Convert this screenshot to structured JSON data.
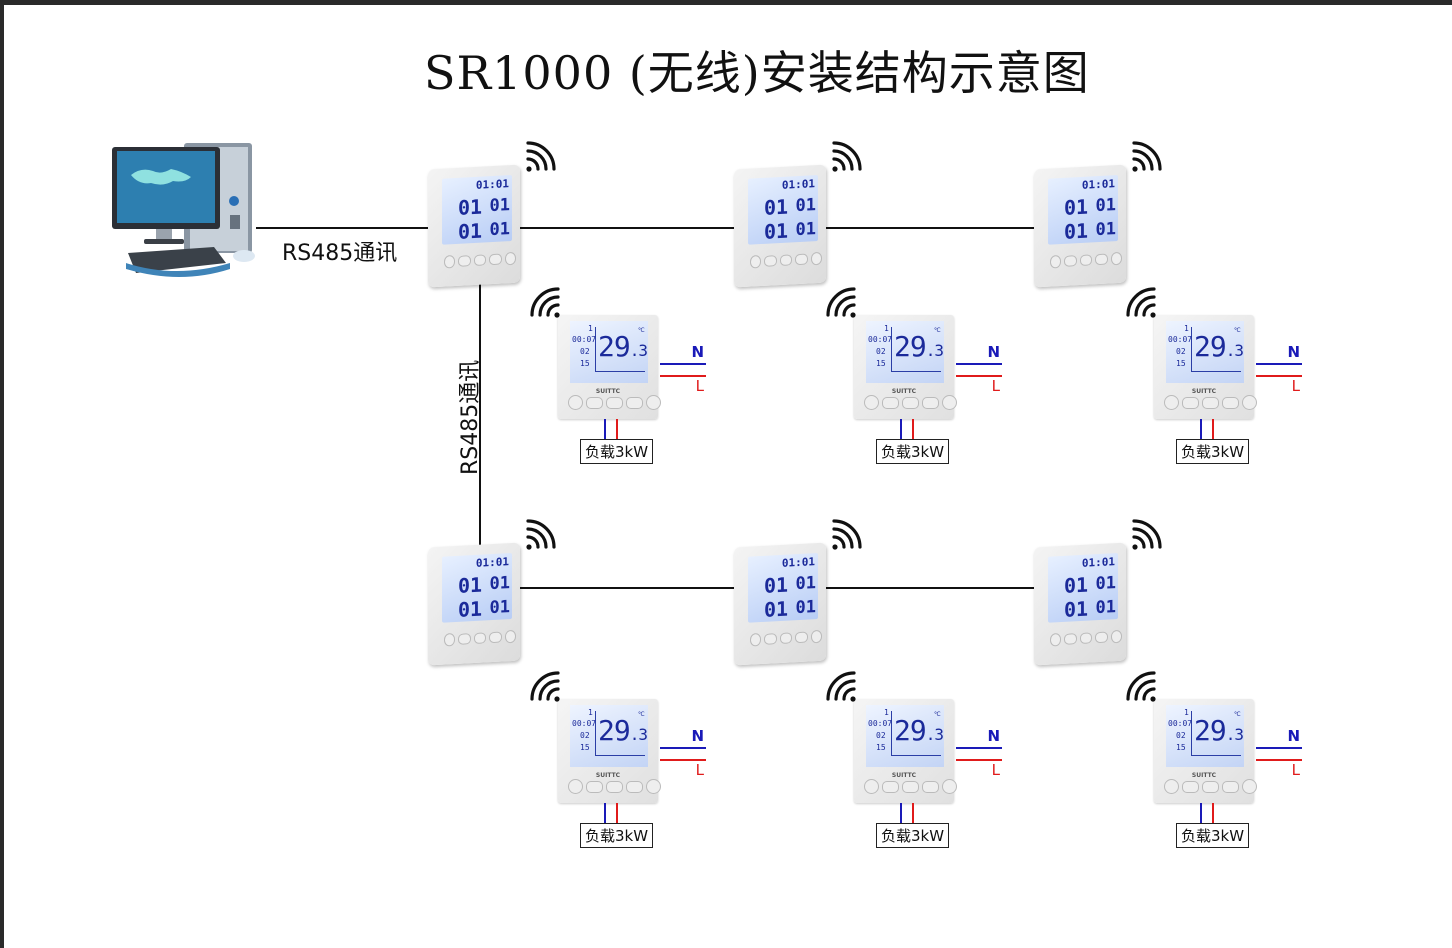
{
  "title": "SR1000 (无线)安装结构示意图",
  "labels": {
    "rs485_horizontal": "RS485通讯",
    "rs485_vertical": "RS485通讯"
  },
  "gateway_display": {
    "address": "01:01",
    "value_a": "01",
    "value_b": "01",
    "value_c": "01",
    "value_d": "01"
  },
  "thermostat_display": {
    "temperature": "29",
    "temperature_decimal": ".3",
    "unit": "℃",
    "week": "1",
    "time": "00:07",
    "mode": "02",
    "set_temp": "15",
    "brand": "SUITTC"
  },
  "wiring": {
    "neutral": "N",
    "live": "L",
    "load": "负载3kW"
  },
  "colors": {
    "neutral_wire": "#1a1ab8",
    "live_wire": "#e01b1b",
    "bus_wire": "#111111",
    "lcd_segment": "#1b2a9a"
  },
  "nodes": {
    "computer": "computer",
    "gateways": [
      "gateway-1-1",
      "gateway-1-2",
      "gateway-1-3",
      "gateway-2-1",
      "gateway-2-2",
      "gateway-2-3"
    ],
    "thermostats": [
      "thermostat-1-1",
      "thermostat-1-2",
      "thermostat-1-3",
      "thermostat-2-1",
      "thermostat-2-2",
      "thermostat-2-3"
    ]
  }
}
